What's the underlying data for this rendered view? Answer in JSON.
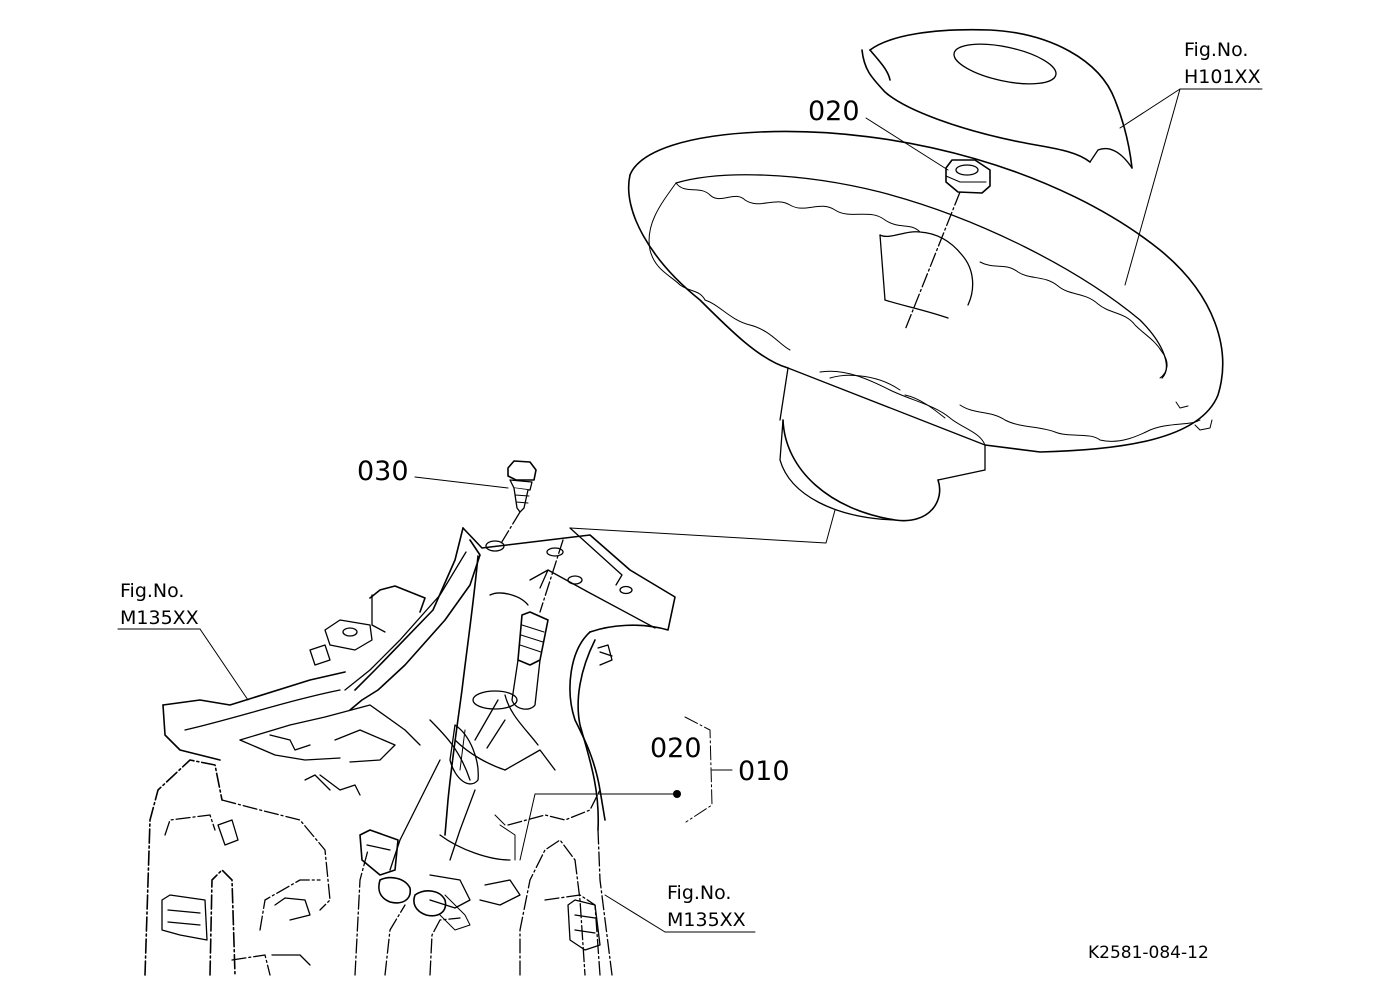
{
  "labels": {
    "part_020_top": "020",
    "part_030": "030",
    "part_020_group": "020",
    "part_010": "010"
  },
  "figure_refs": {
    "steering_wheel": {
      "line1": "Fig.No.",
      "line2": "H101XX"
    },
    "panel_left": {
      "line1": "Fig.No.",
      "line2": "M135XX"
    },
    "panel_bottom": {
      "line1": "Fig.No.",
      "line2": "M135XX"
    }
  },
  "drawing_code": "K2581-084-12"
}
